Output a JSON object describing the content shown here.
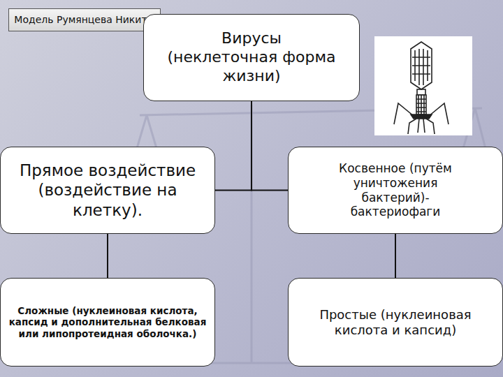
{
  "diagram": {
    "nodes": [
      {
        "text": [
          "Модель Румянцева Никиты"
        ]
      },
      {
        "text": [
          "Вирусы (неклеточная форма жизни)"
        ]
      },
      {
        "text": [
          "Прямое воздействие (воздействие на клетку)."
        ]
      },
      {
        "text": [
          "Косвенное (путём уничтожения бактерий)- бактериофаги"
        ]
      },
      {
        "text": [
          "Сложные (нуклеиновая кислота, капсид и дополнительная белковая или липопротеидная оболочка.)"
        ]
      },
      {
        "text": [
          "Простые (нуклеиновая кислота и капсид)"
        ]
      }
    ],
    "edges": [
      {
        "from": 1,
        "to": 2,
        "arrow": "none"
      },
      {
        "from": 1,
        "to": 3,
        "arrow": "none"
      },
      {
        "from": 2,
        "to": 4,
        "arrow": "none"
      },
      {
        "from": 3,
        "to": 5,
        "arrow": "none"
      }
    ]
  }
}
